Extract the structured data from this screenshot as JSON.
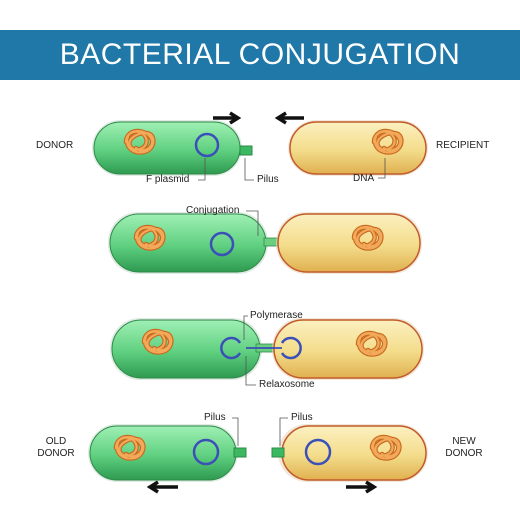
{
  "title": "BACTERIAL CONJUGATION",
  "labels": {
    "donor": "DONOR",
    "recipient": "RECIPIENT",
    "f_plasmid": "F plasmid",
    "pilus_top": "Pilus",
    "dna": "DNA",
    "conjugation": "Conjugation",
    "polymerase": "Polymerase",
    "relaxosome": "Relaxosome",
    "old_donor": "OLD\nDONOR",
    "new_donor": "NEW\nDONOR",
    "pilus_left": "Pilus",
    "pilus_right": "Pilus"
  },
  "colors": {
    "banner": "#1f78a8",
    "donor_cell": "#5fd080",
    "recipient_cell": "#f3dc8a",
    "chromosome": "#e8913a",
    "plasmid": "#3a4fb8"
  }
}
